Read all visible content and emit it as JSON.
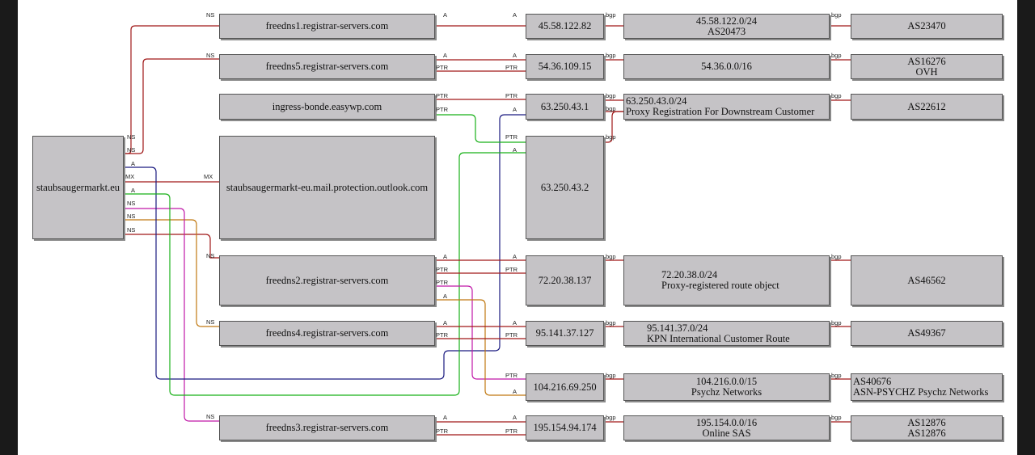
{
  "nodes": {
    "domain": "staubsaugermarkt.eu",
    "ns1": "freedns1.registrar-servers.com",
    "ns5": "freedns5.registrar-servers.com",
    "ingress": "ingress-bonde.easywp.com",
    "mx": "staubsaugermarkt-eu.mail.protection.outlook.com",
    "ns2": "freedns2.registrar-servers.com",
    "ns4": "freedns4.registrar-servers.com",
    "ns3": "freedns3.registrar-servers.com",
    "ip1": "45.58.122.82",
    "ip5": "54.36.109.15",
    "ip_ing": "63.250.43.1",
    "ip_mx": "63.250.43.2",
    "ip2": "72.20.38.137",
    "ip4": "95.141.37.127",
    "ip_psy": "104.216.69.250",
    "ip3": "195.154.94.174",
    "net1": [
      "45.58.122.0/24",
      "AS20473"
    ],
    "net5": [
      "54.36.0.0/16"
    ],
    "net_ing": [
      "63.250.43.0/24",
      "Proxy Registration For Downstream Customer"
    ],
    "net2": [
      "72.20.38.0/24",
      "Proxy-registered route object"
    ],
    "net4": [
      "95.141.37.0/24",
      "KPN International Customer Route"
    ],
    "net_psy": [
      "104.216.0.0/15",
      "Psychz Networks"
    ],
    "net3": [
      "195.154.0.0/16",
      "Online SAS"
    ],
    "as1": [
      "AS23470"
    ],
    "as5": [
      "AS16276",
      "OVH"
    ],
    "as_ing": [
      "AS22612"
    ],
    "as2": [
      "AS46562"
    ],
    "as4": [
      "AS49367"
    ],
    "as_psy": [
      "AS40676",
      "ASN-PSYCHZ Psychz Networks"
    ],
    "as3": [
      "AS12876",
      "AS12876"
    ]
  },
  "edge_labels": {
    "ns": "NS",
    "a": "A",
    "mx": "MX",
    "ptr": "PTR",
    "bgp": "bgp"
  },
  "colors": {
    "dark_red": "#a01818",
    "navy": "#1a1a80",
    "green": "#18b018",
    "magenta": "#c018a8",
    "orange": "#c07810",
    "node_fill": "#c5c3c6"
  }
}
